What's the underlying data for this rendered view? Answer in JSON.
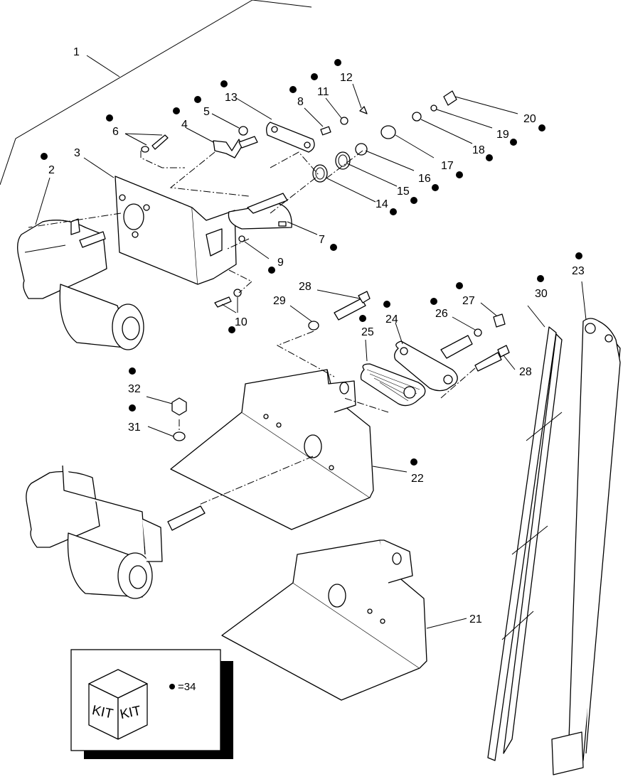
{
  "callouts": [
    {
      "id": "1",
      "text": "1",
      "kit": false
    },
    {
      "id": "2",
      "text": "2",
      "kit": true
    },
    {
      "id": "3",
      "text": "3",
      "kit": false
    },
    {
      "id": "4",
      "text": "4",
      "kit": true
    },
    {
      "id": "5",
      "text": "5",
      "kit": true
    },
    {
      "id": "6",
      "text": "6",
      "kit": true
    },
    {
      "id": "7",
      "text": "7",
      "kit": true
    },
    {
      "id": "8",
      "text": "8",
      "kit": true
    },
    {
      "id": "9",
      "text": "9",
      "kit": true
    },
    {
      "id": "10",
      "text": "10",
      "kit": true
    },
    {
      "id": "11",
      "text": "11",
      "kit": true
    },
    {
      "id": "12",
      "text": "12",
      "kit": true
    },
    {
      "id": "13",
      "text": "13",
      "kit": true
    },
    {
      "id": "14",
      "text": "14",
      "kit": true
    },
    {
      "id": "15",
      "text": "15",
      "kit": true
    },
    {
      "id": "16",
      "text": "16",
      "kit": true
    },
    {
      "id": "17",
      "text": "17",
      "kit": true
    },
    {
      "id": "18",
      "text": "18",
      "kit": true
    },
    {
      "id": "19",
      "text": "19",
      "kit": true
    },
    {
      "id": "20",
      "text": "20",
      "kit": true
    },
    {
      "id": "21",
      "text": "21",
      "kit": false
    },
    {
      "id": "22",
      "text": "22",
      "kit": true
    },
    {
      "id": "23",
      "text": "23",
      "kit": true
    },
    {
      "id": "24",
      "text": "24",
      "kit": true
    },
    {
      "id": "25",
      "text": "25",
      "kit": true
    },
    {
      "id": "26",
      "text": "26",
      "kit": true
    },
    {
      "id": "27",
      "text": "27",
      "kit": true
    },
    {
      "id": "28a",
      "text": "28",
      "kit": false
    },
    {
      "id": "28b",
      "text": "28",
      "kit": false
    },
    {
      "id": "29",
      "text": "29",
      "kit": false
    },
    {
      "id": "30",
      "text": "30",
      "kit": true
    },
    {
      "id": "31",
      "text": "31",
      "kit": true
    },
    {
      "id": "32",
      "text": "32",
      "kit": true
    }
  ],
  "legend": {
    "cube_left_text": "KIT",
    "cube_right_text": "KIT",
    "kit_marker_text": "=34"
  }
}
